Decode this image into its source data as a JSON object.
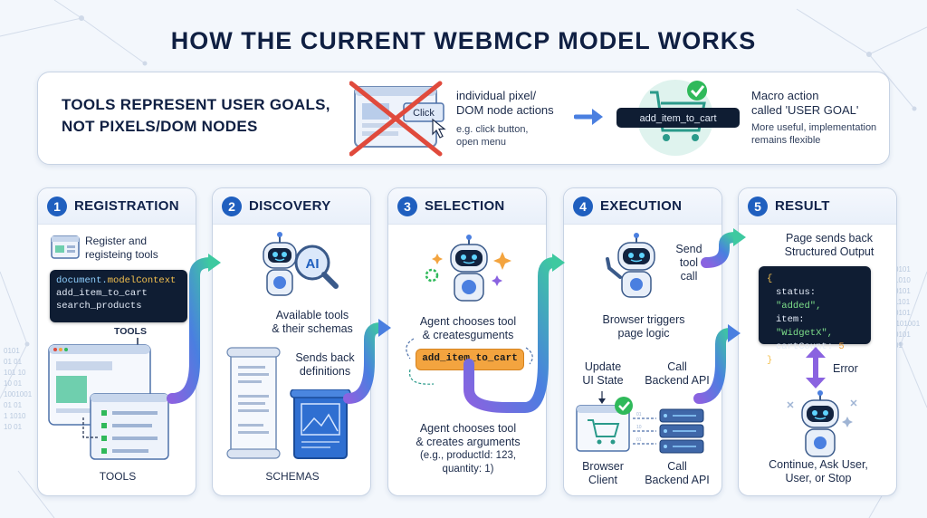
{
  "title": "HOW THE CURRENT WEBMCP MODEL WORKS",
  "intro": {
    "heading_line1": "TOOLS REPRESENT USER GOALS,",
    "heading_line2": "NOT PIXELS/DOM NODES",
    "click_label": "Click",
    "pixel_title_line1": "individual pixel/",
    "pixel_title_line2": "DOM node actions",
    "pixel_example_line1": "e.g. click button,",
    "pixel_example_line2": "open menu",
    "cart_code": "add_item_to_cart",
    "macro_title_line1": "Macro action",
    "macro_title_line2": "called 'USER GOAL'",
    "macro_note_line1": "More useful, implementation",
    "macro_note_line2": "remains flexible"
  },
  "steps": [
    {
      "number": "1",
      "title": "REGISTRATION",
      "desc_line1": "Register and",
      "desc_line2": "registeing tools",
      "code_line1_obj": "document.",
      "code_line1_prop": "modelContext",
      "code_line2": "add_item_to_cart",
      "code_line3": "search_products",
      "tools_label": "TOOLS",
      "bottom_label": "TOOLS"
    },
    {
      "number": "2",
      "title": "DISCOVERY",
      "ai_label": "AI",
      "desc_line1": "Available tools",
      "desc_line2": "& their schemas",
      "sends_line1": "Sends back",
      "sends_line2": "definitions",
      "bottom_label": "SCHEMAS"
    },
    {
      "number": "3",
      "title": "SELECTION",
      "desc_line1": "Agent chooses tool",
      "desc_line2": "& createsguments",
      "pill": "add_item_to_cart",
      "bottom_line1": "Agent chooses tool",
      "bottom_line2": "& creates arguments",
      "bottom_line3": "(e.g., productId: 123,",
      "bottom_line4": "quantity: 1)"
    },
    {
      "number": "4",
      "title": "EXECUTION",
      "send_line1": "Send",
      "send_line2": "tool",
      "send_line3": "call",
      "browser_line1": "Browser triggers",
      "browser_line2": "page logic",
      "update_line1": "Update",
      "update_line2": "UI State",
      "call_line1": "Call",
      "call_line2": "Backend API",
      "client_line1": "Browser",
      "client_line2": "Client",
      "api_line1": "Call",
      "api_line2": "Backend API"
    },
    {
      "number": "5",
      "title": "RESULT",
      "desc_line1": "Page sends back",
      "desc_line2": "Structured Output",
      "json_open": "{",
      "json_status_key": "status: ",
      "json_status_val": "\"added\",",
      "json_item_key": "item: ",
      "json_item_val": "\"WidgetX\",",
      "json_count_key": "cartCount: ",
      "json_count_val": "5",
      "json_close": "}",
      "error_label": "Error",
      "bottom_line1": "Continue, Ask User,",
      "bottom_line2": "User, or Stop"
    }
  ],
  "colors": {
    "navy": "#10224a",
    "accent_blue": "#1f5fbf",
    "arrow_green": "#3ec9a0",
    "arrow_blue": "#4a7fe0",
    "arrow_purple": "#8a63e0",
    "pill_orange": "#f3a43f",
    "check_green": "#2fb95a",
    "cross_red": "#e04a3c"
  }
}
